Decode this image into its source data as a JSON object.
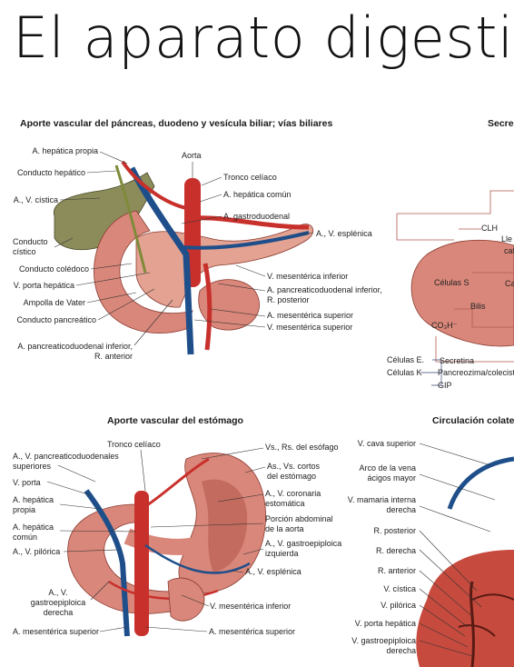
{
  "page_title": "El aparato digesti",
  "section1": {
    "title": "Aporte vascular del páncreas, duodeno y vesícula biliar; vías biliares",
    "labels_left": {
      "a_hepatica_propia": "A. hepática propia",
      "conducto_hepatico": "Conducto hepático",
      "av_cistica": "A., V. cística",
      "conducto_cistico": "Conducto\ncístico",
      "conducto_coledoco": "Conducto colédoco",
      "v_porta_hepatica": "V. porta hepática",
      "ampolla_vater": "Ampolla de Vater",
      "conducto_pancreatico": "Conducto pancreático",
      "a_pancreatico_inf_ant": "A. pancreaticoduodenal inferior,\nR. anterior"
    },
    "labels_right": {
      "aorta": "Aorta",
      "tronco_celiaco": "Tronco celíaco",
      "a_hepatica_comun": "A. hepática común",
      "a_gastroduodenal": "A. gastroduodenal",
      "av_esplenica": "A., V. esplénica",
      "v_mesenterica_inferior": "V. mesentérica inferior",
      "a_pancreatico_inf_post": "A. pancreaticoduodenal inferior,\nR. posterior",
      "a_mesenterica_superior": "A. mesentérica superior",
      "v_mesenterica_superior": "V. mesentérica superior"
    }
  },
  "section2": {
    "title": "Secrec",
    "labels": {
      "clh": "CLH",
      "lle": "Lle",
      "caf": "caf",
      "celulas_s": "Células S",
      "ca": "Ca",
      "bilis": "Bilis",
      "co3h": "CO₃H⁻",
      "secretina": "Secretina",
      "celulas_e": "Células E.",
      "celulas_k": "Células K",
      "pancreozima": "Pancreozima/colecisto",
      "gip": "GIP"
    }
  },
  "section3": {
    "title": "Aporte vascular del estómago",
    "labels_left": {
      "av_pancreaticoduodenales_sup": "A., V. pancreaticoduodenales\nsuperiores",
      "v_porta": "V. porta",
      "a_hepatica_propia": "A. hepática\npropia",
      "a_hepatica_comun": "A. hepática\ncomún",
      "av_pilorica": "A., V. pilórica",
      "av_gastroepiploica_der": "A., V.\ngastroepiploica\nderecha",
      "a_mesenterica_superior": "A. mesentérica superior"
    },
    "labels_right": {
      "tronco_celiaco": "Tronco celíaco",
      "vs_rs_esofago": "Vs., Rs. del esófago",
      "as_vs_cortos": "As., Vs. cortos\ndel estómago",
      "av_coronaria": "A., V. coronaria\nestomática",
      "porcion_abdominal": "Porción abdominal\nde la aorta",
      "av_gastroepiploica_izq": "A., V. gastroepiploica\nizquierda",
      "av_esplenica": "A., V. esplénica",
      "v_mesenterica_inferior": "V. mesentérica inferior",
      "a_mesenterica_superior": "A. mesentérica superior"
    }
  },
  "section4": {
    "title": "Circulación colate",
    "labels": {
      "v_cava_superior": "V. cava superior",
      "arco_vena_azigos": "Arco de la vena\nácigos mayor",
      "v_mamaria_interna": "V. mamaria interna\nderecha",
      "r_posterior": "R. posterior",
      "r_derecha": "R. derecha",
      "r_anterior": "R. anterior",
      "v_cistica": "V. cística",
      "v_pilorica": "V. pilórica",
      "v_porta_hepatica": "V. porta hepática",
      "v_gastroepiploica_der": "V. gastroepiploica\nderecha"
    }
  },
  "colors": {
    "artery": "#c8302c",
    "vein": "#1f4f8a",
    "organ": "#d9877a",
    "organ_dark": "#b4584c",
    "gallbladder": "#8b8c5a",
    "liver": "#c64b3e",
    "secretion_line": "#b05a4e"
  }
}
